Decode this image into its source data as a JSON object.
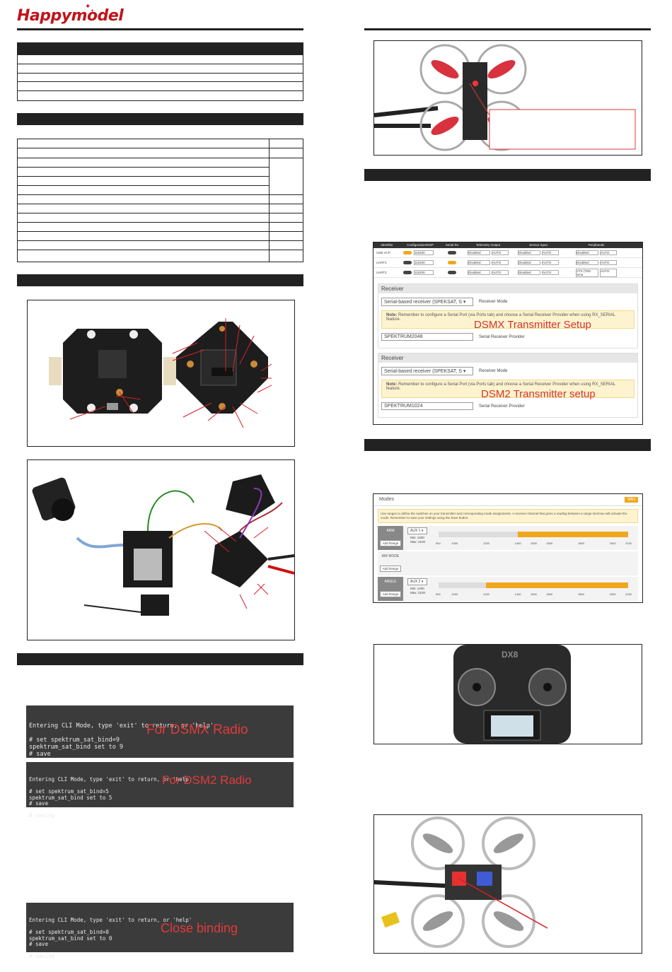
{
  "brand": {
    "logo_text": "Happymodel",
    "color": "#c0141b"
  },
  "cli_boxes": [
    {
      "lines": [
        "Entering CLI Mode, type 'exit' to return, or 'help'",
        "",
        "# set spektrum_sat_bind=9",
        "spektrum_sat_bind set to 9",
        "# save",
        "",
        "# saving"
      ],
      "label": "For DSMX Radio"
    },
    {
      "lines": [
        "Entering CLI Mode, type 'exit' to return, or 'help'",
        "",
        "# set spektrum_sat_bind=5",
        "spektrum_sat_bind set to 5",
        "# save",
        "",
        "# saving"
      ],
      "label": "For DSM2 Radio"
    },
    {
      "lines": [
        "Entering CLI Mode, type 'exit' to return, or 'help'",
        "",
        "# set spektrum_sat_bind=0",
        "spektrum_sat_bind set to 0",
        "# save",
        "",
        "# saving"
      ],
      "label": "Close binding"
    }
  ],
  "ports_ui": {
    "headers": [
      "Identifier",
      "Configuration/MSP",
      "Serial Rx",
      "Telemetry Output",
      "Sensor Input",
      "Peripherals"
    ],
    "rows": [
      {
        "id": "USB VCP",
        "baud": "115200",
        "tel": "Disabled",
        "tel_auto": "AUTO",
        "sensor": "Disabled",
        "sensor_auto": "AUTO",
        "periph": "Disabled",
        "periph_auto": "AUTO"
      },
      {
        "id": "UART1",
        "baud": "115200",
        "tel": "Disabled",
        "tel_auto": "AUTO",
        "sensor": "Disabled",
        "sensor_auto": "AUTO",
        "periph": "Disabled",
        "periph_auto": "AUTO"
      },
      {
        "id": "UART2",
        "baud": "115200",
        "tel": "Disabled",
        "tel_auto": "AUTO",
        "sensor": "Disabled",
        "sensor_auto": "AUTO",
        "periph": "VTX (TBS Sma",
        "periph_auto": "AUTO"
      }
    ],
    "receiver_blocks": [
      {
        "title": "Receiver",
        "mode_select": "Serial-based receiver (SPEKSAT, S",
        "mode_label": "Receiver Mode",
        "note_bold": "Note:",
        "note_text": "Remember to configure a Serial Port (via Ports tab) and choose a Serial Receiver Provider when using RX_SERIAL feature.",
        "overlay": "DSMX Transmitter Setup",
        "provider_select": "SPEKTRUM2048",
        "provider_label": "Serial Receiver Provider"
      },
      {
        "title": "Receiver",
        "mode_select": "Serial-based receiver (SPEKSAT, S",
        "mode_label": "Receiver Mode",
        "note_bold": "Note:",
        "note_text": "Remember to configure a Serial Port (via Ports tab) and choose a Serial Receiver Provider when using RX_SERIAL feature.",
        "overlay": "DSM2 Transmitter setup",
        "provider_select": "SPEKTRUM1024",
        "provider_label": "Serial Receiver Provider"
      }
    ]
  },
  "modes_ui": {
    "title": "Modes",
    "wiki": "WIKI",
    "help": "Use ranges to define the switches on your transmitter and corresponding mode assignments. A receiver channel that gives a reading between a range min/max will activate the mode. Remember to save your settings using the Save button.",
    "scale": [
      "900",
      "1000",
      "1200",
      "1400",
      "1500",
      "1600",
      "1800",
      "2000",
      "2100"
    ],
    "modes": [
      {
        "name": "ARM",
        "aux": "AUX 1",
        "min": "Min: 1400",
        "max": "Max: 2100",
        "add": "Add Range",
        "range_min": 1400,
        "range_max": 2100
      },
      {
        "name": "AIR MODE",
        "aux": "",
        "min": "",
        "max": "",
        "add": "Add Range"
      },
      {
        "name": "ANGLE",
        "aux": "AUX 2",
        "min": "Min: 1200",
        "max": "Max: 2100",
        "add": "Add Range",
        "range_min": 1200,
        "range_max": 2100
      }
    ]
  },
  "transmitter": {
    "brand": "DX8"
  },
  "colors": {
    "dark_bar": "#222222",
    "accent_red": "#d9322e",
    "accent_orange": "#f0a71e"
  }
}
